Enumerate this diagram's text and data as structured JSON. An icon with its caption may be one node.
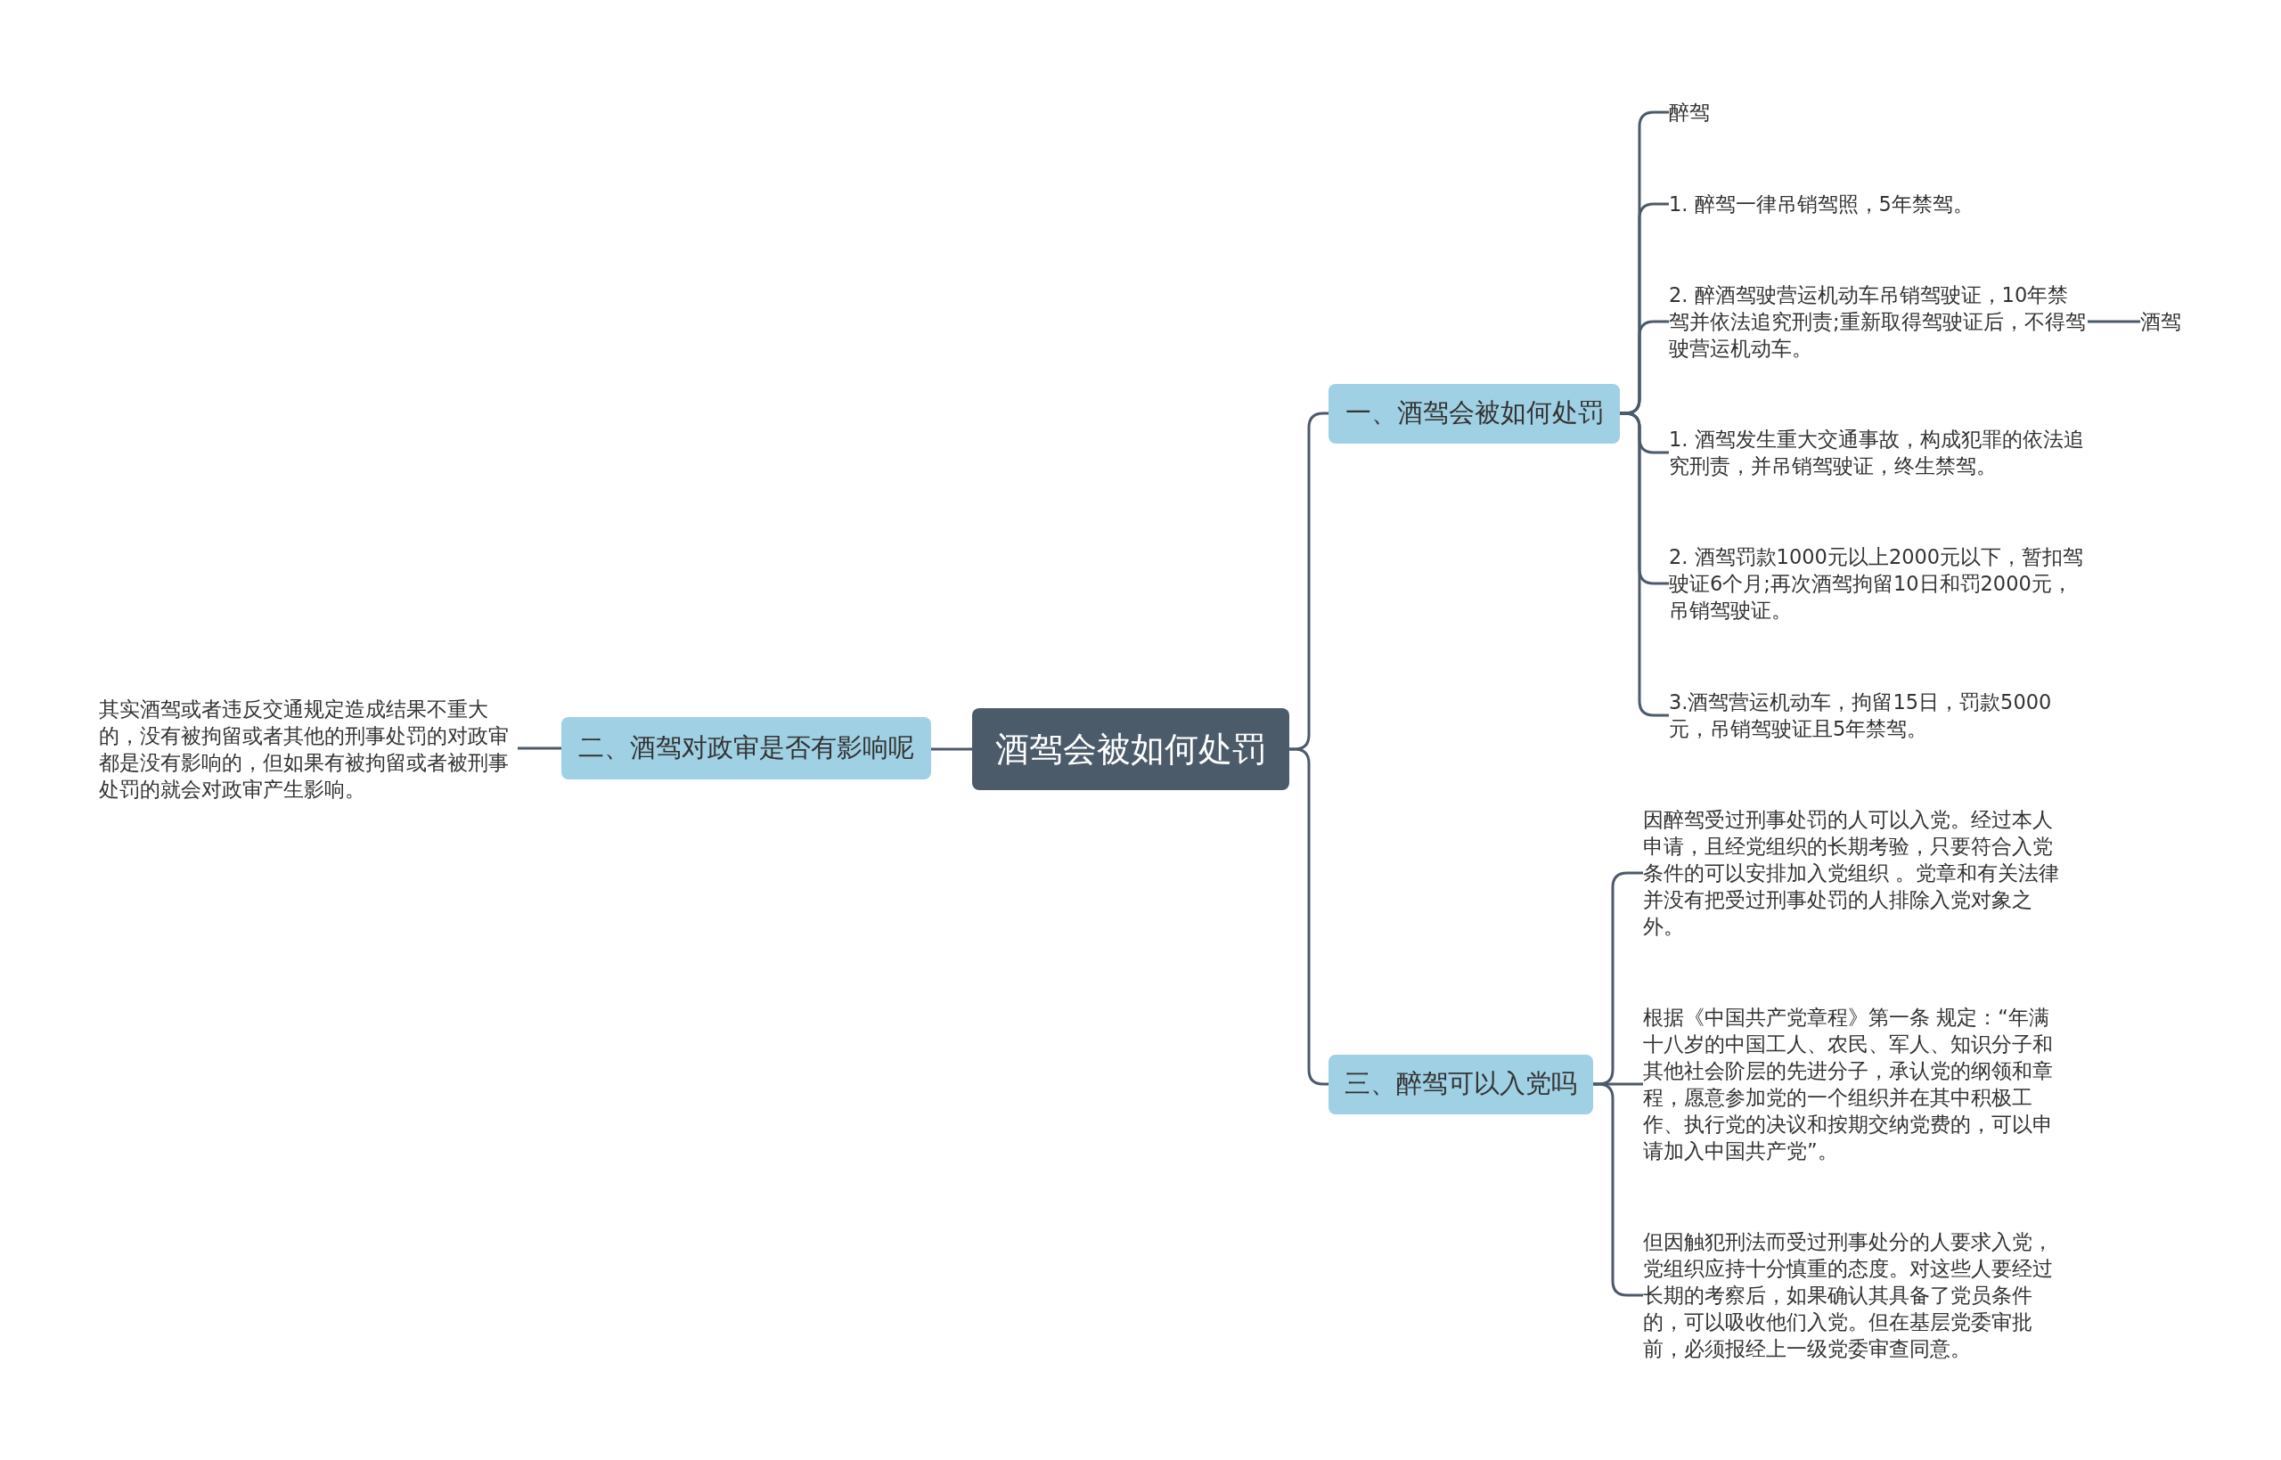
{
  "diagram": {
    "nodes": [
      {
        "text": [
          "酒驾会被如何处罚"
        ]
      },
      {
        "text": [
          "一、酒驾会被如何处罚"
        ]
      },
      {
        "text": [
          "醉驾"
        ]
      },
      {
        "text": [
          "1. 醉驾一律吊销驾照，5年禁驾。"
        ]
      },
      {
        "text": [
          "2. 醉酒驾驶营运机动车吊销驾驶证，10年禁驾并依法追究刑责;重新取得驾驶证后，不得驾驶营运机动车。"
        ]
      },
      {
        "text": [
          "酒驾"
        ]
      },
      {
        "text": [
          "1. 酒驾发生重大交通事故，构成犯罪的依法追究刑责，并吊销驾驶证，终生禁驾。"
        ]
      },
      {
        "text": [
          "2. 酒驾罚款1000元以上2000元以下，暂扣驾驶证6个月;再次酒驾拘留10日和罚2000元，吊销驾驶证。"
        ]
      },
      {
        "text": [
          "3.酒驾营运机动车，拘留15日，罚款5000元，吊销驾驶证且5年禁驾。"
        ]
      },
      {
        "text": [
          "二、酒驾对政审是否有影响呢"
        ]
      },
      {
        "text": [
          "其实酒驾或者违反交通规定造成结果不重大的，没有被拘留或者其他的刑事处罚的对政审都是没有影响的，但如果有被拘留或者被刑事处罚的就会对政审产生影响。"
        ]
      },
      {
        "text": [
          "三、醉驾可以入党吗"
        ]
      },
      {
        "text": [
          "因醉驾受过刑事处罚的人可以入党。经过本人申请，且经党组织的长期考验，只要符合入党条件的可以安排加入党组织 。党章和有关法律并没有把受过刑事处罚的人排除入党对象之外。"
        ]
      },
      {
        "text": [
          "根据《中国共产党章程》第一条 规定：“年满十八岁的中国工人、农民、军人、知识分子和其他社会阶层的先进分子，承认党的纲领和章程，愿意参加党的一个组织并在其中积极工作、执行党的决议和按期交纳党费的，可以申请加入中国共产党”。"
        ]
      },
      {
        "text": [
          "但因触犯刑法而受过刑事处分的人要求入党，党组织应持十分慎重的态度。对这些人要经过长期的考察后，如果确认其具备了党员条件的，可以吸收他们入党。但在基层党委审批前，必须报经上一级党委审查同意。"
        ]
      }
    ],
    "edges": [
      {
        "from": 0,
        "to": 1,
        "arrow": "none"
      },
      {
        "from": 1,
        "to": 2,
        "arrow": "none"
      },
      {
        "from": 1,
        "to": 3,
        "arrow": "none"
      },
      {
        "from": 1,
        "to": 4,
        "arrow": "none"
      },
      {
        "from": 4,
        "to": 5,
        "arrow": "none"
      },
      {
        "from": 1,
        "to": 6,
        "arrow": "none"
      },
      {
        "from": 1,
        "to": 7,
        "arrow": "none"
      },
      {
        "from": 1,
        "to": 8,
        "arrow": "none"
      },
      {
        "from": 0,
        "to": 9,
        "arrow": "none"
      },
      {
        "from": 9,
        "to": 10,
        "arrow": "none"
      },
      {
        "from": 0,
        "to": 11,
        "arrow": "none"
      },
      {
        "from": 11,
        "to": 12,
        "arrow": "none"
      },
      {
        "from": 11,
        "to": 13,
        "arrow": "none"
      },
      {
        "from": 11,
        "to": 14,
        "arrow": "none"
      }
    ]
  }
}
